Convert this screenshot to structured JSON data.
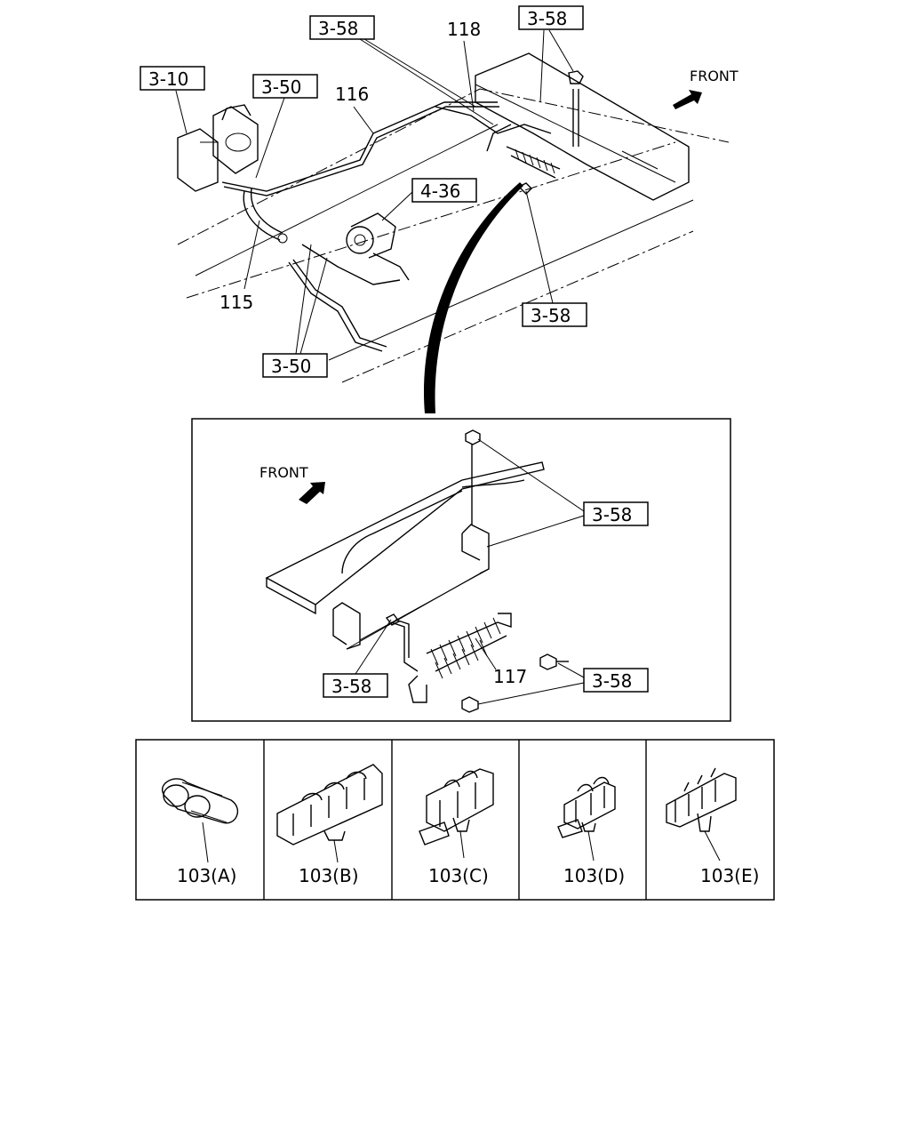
{
  "top_view": {
    "front_label": "FRONT",
    "ref_boxes": {
      "r1": "3-58",
      "r2": "3-58",
      "r3": "3-10",
      "r4": "3-50",
      "r5": "4-36",
      "r6": "3-58",
      "r7": "3-50"
    },
    "part_numbers": {
      "p118": "118",
      "p116": "116",
      "p115": "115"
    }
  },
  "detail_view": {
    "front_label": "FRONT",
    "ref_boxes": {
      "r1": "3-58",
      "r2": "3-58",
      "r3": "3-58"
    },
    "part_numbers": {
      "p117": "117"
    }
  },
  "clip_table": {
    "cells": [
      {
        "label": "103(A)"
      },
      {
        "label": "103(B)"
      },
      {
        "label": "103(C)"
      },
      {
        "label": "103(D)"
      },
      {
        "label": "103(E)"
      }
    ]
  }
}
